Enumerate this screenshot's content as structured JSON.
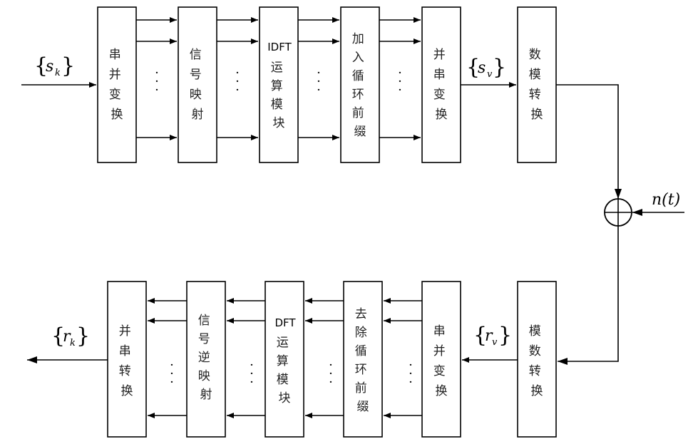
{
  "top_row": {
    "b1": [
      "串",
      "并",
      "变",
      "换"
    ],
    "b2": [
      "信",
      "号",
      "映",
      "射"
    ],
    "b3_head": "IDFT",
    "b3": [
      "运",
      "算",
      "模",
      "块"
    ],
    "b4": [
      "加",
      "入",
      "循",
      "环",
      "前",
      "缀"
    ],
    "b5": [
      "并",
      "串",
      "变",
      "换"
    ],
    "b6": [
      "数",
      "模",
      "转",
      "换"
    ]
  },
  "bottom_row": {
    "b1": [
      "并",
      "串",
      "转",
      "换"
    ],
    "b2": [
      "信",
      "号",
      "逆",
      "映",
      "射"
    ],
    "b3_head": "DFT",
    "b3": [
      "运",
      "算",
      "模",
      "块"
    ],
    "b4": [
      "去",
      "除",
      "循",
      "环",
      "前",
      "缀"
    ],
    "b5": [
      "串",
      "并",
      "变",
      "换"
    ],
    "b6": [
      "模",
      "数",
      "转",
      "换"
    ]
  },
  "signals": {
    "s_k": {
      "base": "s",
      "sub": "k"
    },
    "s_v": {
      "base": "s",
      "sub": "v"
    },
    "r_k": {
      "base": "r",
      "sub": "k"
    },
    "r_v": {
      "base": "r",
      "sub": "v"
    },
    "noise": "n(t)"
  },
  "colors": {
    "line": "#000000",
    "box_fill": "#ffffff",
    "text": "#222222"
  }
}
